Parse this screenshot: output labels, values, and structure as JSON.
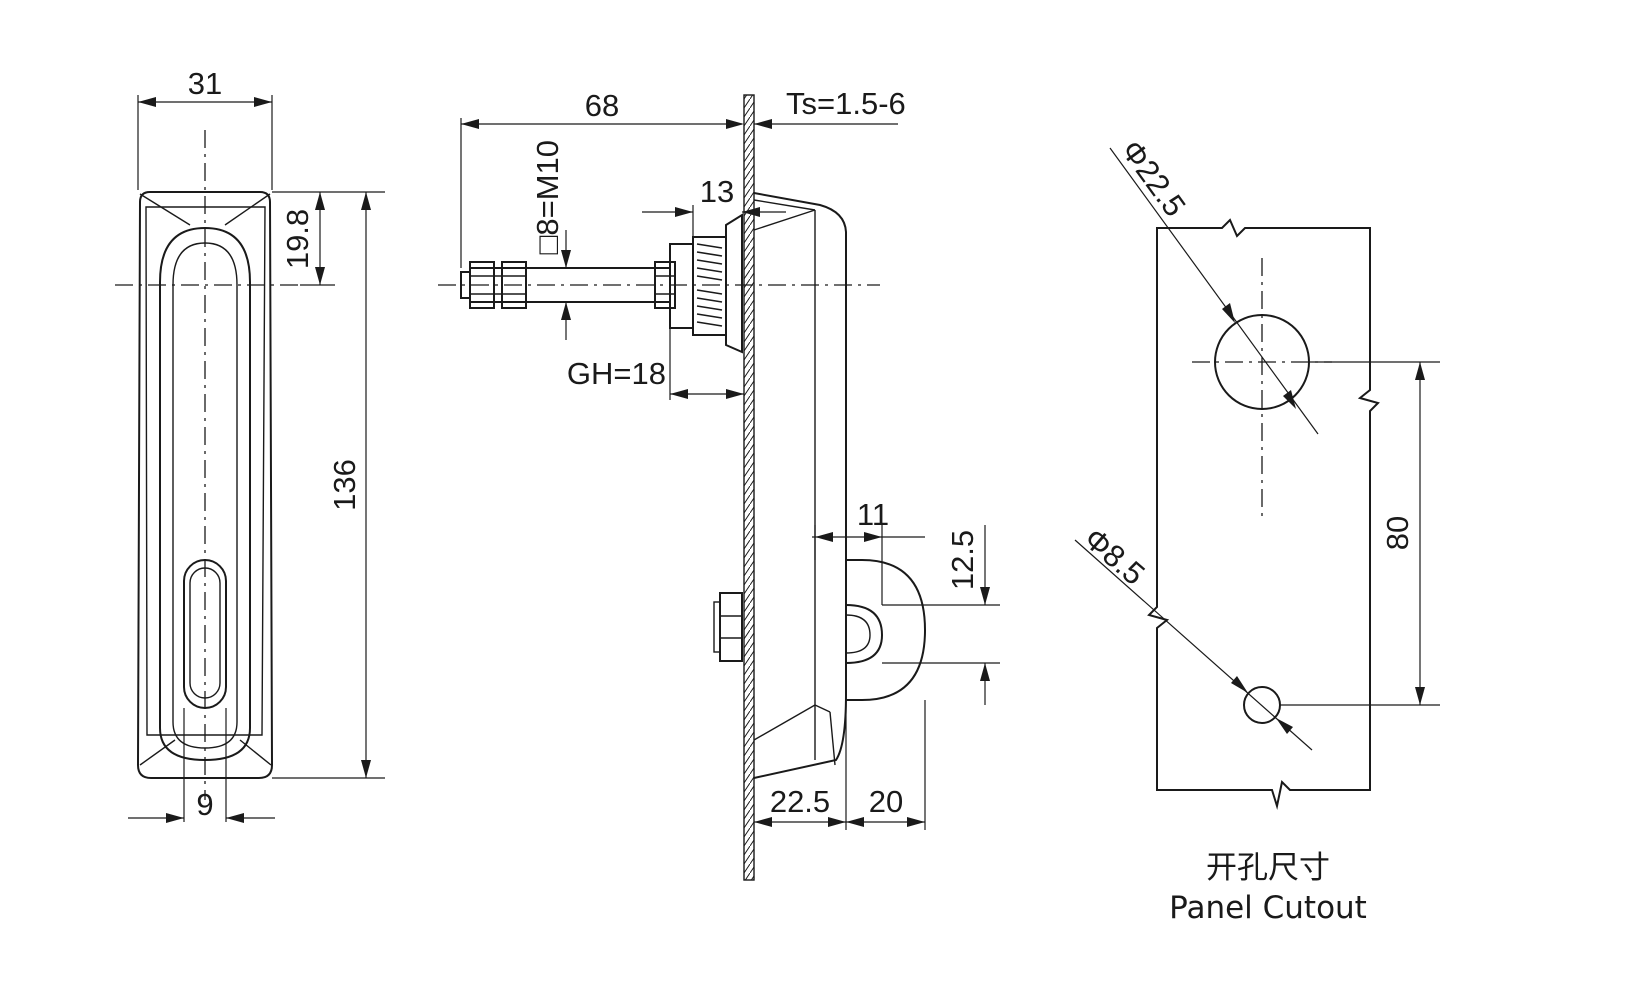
{
  "dimensions": {
    "front_width": "31",
    "front_top_offset": "19.8",
    "front_height": "136",
    "front_slot_width": "9",
    "side_rod_length": "68",
    "panel_thickness": "Ts=1.5-6",
    "square_drive": "□8=M10",
    "nut_width": "13",
    "grip_height": "GH=18",
    "cam_width": "11",
    "cam_height": "12.5",
    "body_depth": "22.5",
    "cam_depth": "20",
    "cutout_large_diameter": "Φ22.5",
    "cutout_small_diameter": "Φ8.5",
    "cutout_center_distance": "80"
  },
  "caption": {
    "chinese": "开孔尺寸",
    "english": "Panel Cutout"
  }
}
